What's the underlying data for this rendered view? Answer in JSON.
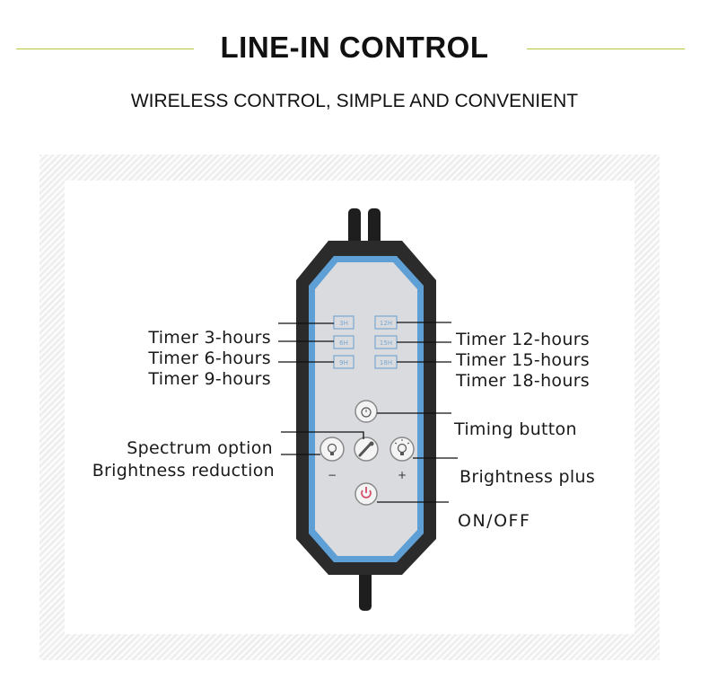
{
  "header": {
    "title": "LINE-IN CONTROL",
    "subtitle": "WIRELESS CONTROL, SIMPLE AND CONVENIENT"
  },
  "labels": {
    "timer_3": "Timer 3-hours",
    "timer_6": "Timer 6-hours",
    "timer_9": "Timer 9-hours",
    "timer_12": "Timer 12-hours",
    "timer_15": "Timer 15-hours",
    "timer_18": "Timer 18-hours",
    "timing_button": "Timing button",
    "spectrum_option": "Spectrum option",
    "brightness_reduction": "Brightness reduction",
    "brightness_plus": "Brightness plus",
    "on_off": "ON/OFF"
  },
  "device": {
    "indicators_left": [
      "3H",
      "6H",
      "9H"
    ],
    "indicators_right": [
      "12H",
      "15H",
      "18H"
    ],
    "minus_sign": "−",
    "plus_sign": "+"
  },
  "colors": {
    "rule": "#b9c63a",
    "casing": "#2b2b2b",
    "trim": "#5e9fd6",
    "face": "#d9dbdf",
    "indicator": "#7aa8cf",
    "power": "#d4506a"
  }
}
